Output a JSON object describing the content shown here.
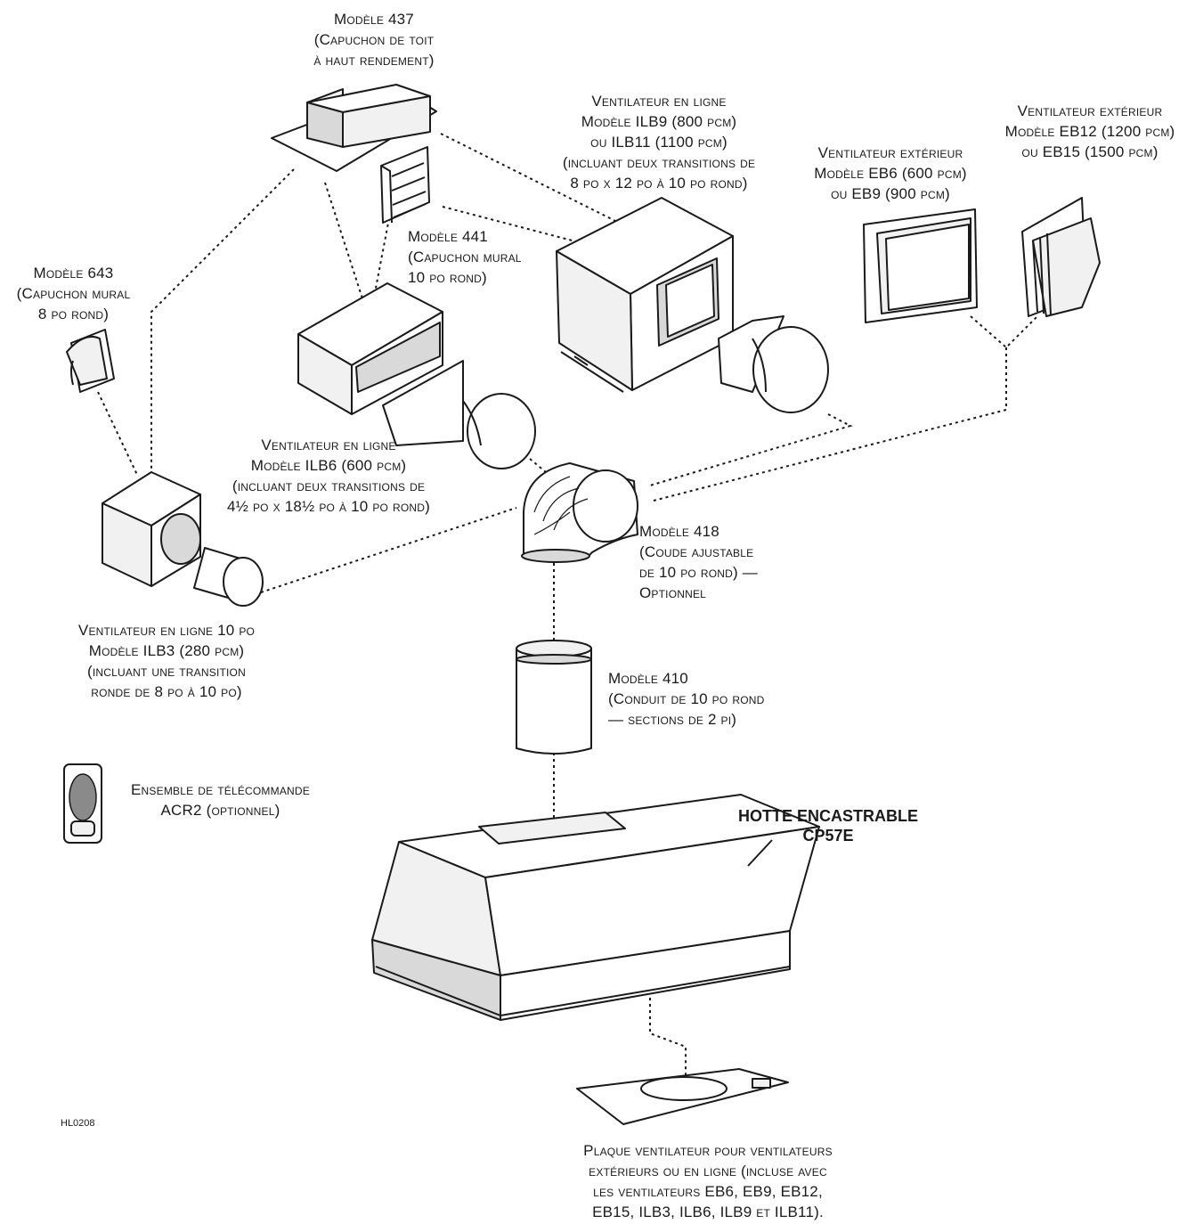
{
  "labels": {
    "m437": [
      "Modèle 437",
      "(Capuchon de toit",
      "à haut rendement)"
    ],
    "ilb9": [
      "Ventilateur en ligne",
      "Modèle ILB9 (800 pcm)",
      "ou ILB11 (1100 pcm)",
      "(incluant deux transitions de",
      "8 po x 12 po à 10 po rond)"
    ],
    "eb6": [
      "Ventilateur extérieur",
      "Modèle EB6 (600 pcm)",
      "ou EB9 (900 pcm)"
    ],
    "eb12": [
      "Ventilateur extérieur",
      "Modèle EB12 (1200 pcm)",
      "ou EB15 (1500 pcm)"
    ],
    "m441": [
      "Modèle 441",
      "(Capuchon mural",
      "10 po rond)"
    ],
    "m643": [
      "Modèle 643",
      "(Capuchon mural",
      "8 po rond)"
    ],
    "ilb6": [
      "Ventilateur en ligne",
      "Modèle ILB6 (600 pcm)",
      "(incluant deux transitions de",
      "4½ po x 18½ po à 10 po rond)"
    ],
    "m418": [
      "Modèle 418",
      "(Coude ajustable",
      "de 10 po rond) —",
      "Optionnel"
    ],
    "ilb3": [
      "Ventilateur en ligne 10 po",
      "Modèle ILB3 (280 pcm)",
      "(incluant une transition",
      "ronde de 8 po à 10 po)"
    ],
    "m410": [
      "Modèle 410",
      "(Conduit de 10 po rond",
      "— sections de 2 pi)"
    ],
    "acr2": [
      "Ensemble de télécommande",
      "ACR2 (optionnel)"
    ],
    "plate": [
      "Plaque ventilateur pour ventilateurs",
      "extérieurs ou en ligne (incluse avec",
      "les ventilateurs EB6, EB9, EB12,",
      "EB15, ILB3, ILB6, ILB9 et ILB11)."
    ]
  },
  "hood": {
    "line1": "HOTTE ENCASTRABLE",
    "line2": "CP57E"
  },
  "drawing_code": "HL0208"
}
